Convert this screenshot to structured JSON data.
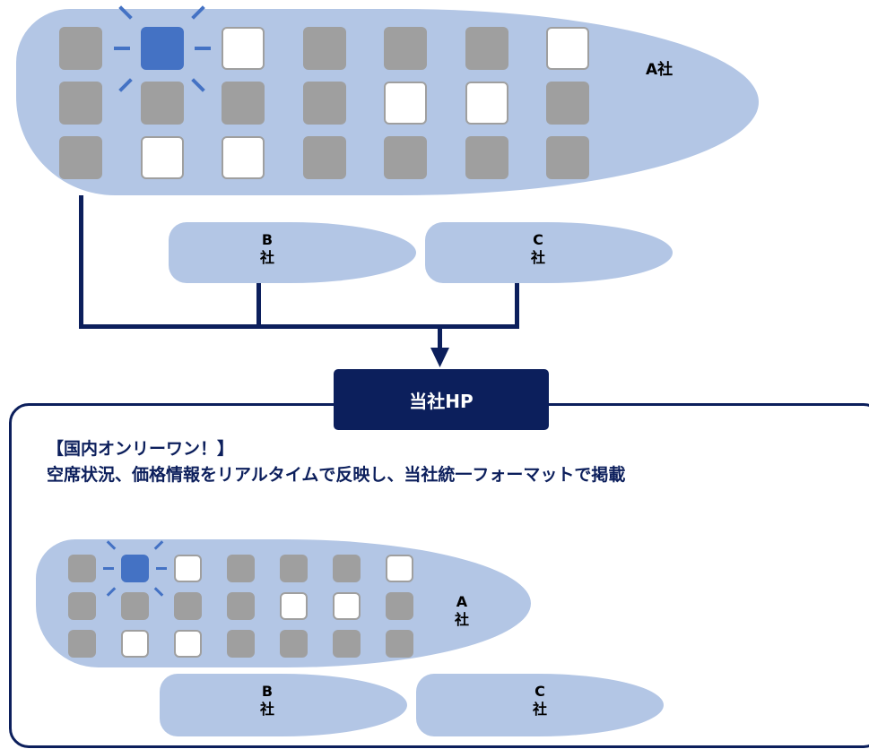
{
  "top_diagram": {
    "company_a": "A社",
    "company_b": [
      "B",
      "社"
    ],
    "company_c": [
      "C",
      "社"
    ],
    "seat_grid": [
      [
        "taken",
        "selected",
        "free",
        "taken",
        "taken",
        "taken",
        "free"
      ],
      [
        "taken",
        "taken",
        "taken",
        "taken",
        "free",
        "free",
        "taken"
      ],
      [
        "taken",
        "free",
        "free",
        "taken",
        "taken",
        "taken",
        "taken"
      ]
    ]
  },
  "hp_label": "当社HP",
  "panel": {
    "line1": "【国内オンリーワン！】",
    "line2": "空席状況、価格情報をリアルタイムで反映し、当社統一フォーマットで掲載",
    "company_a": [
      "A",
      "社"
    ],
    "company_b": [
      "B",
      "社"
    ],
    "company_c": [
      "C",
      "社"
    ]
  },
  "colors": {
    "navy": "#0c1f5c",
    "plane": "#b3c6e5",
    "seat_taken": "#9f9f9f",
    "seat_selected": "#4472c4"
  }
}
